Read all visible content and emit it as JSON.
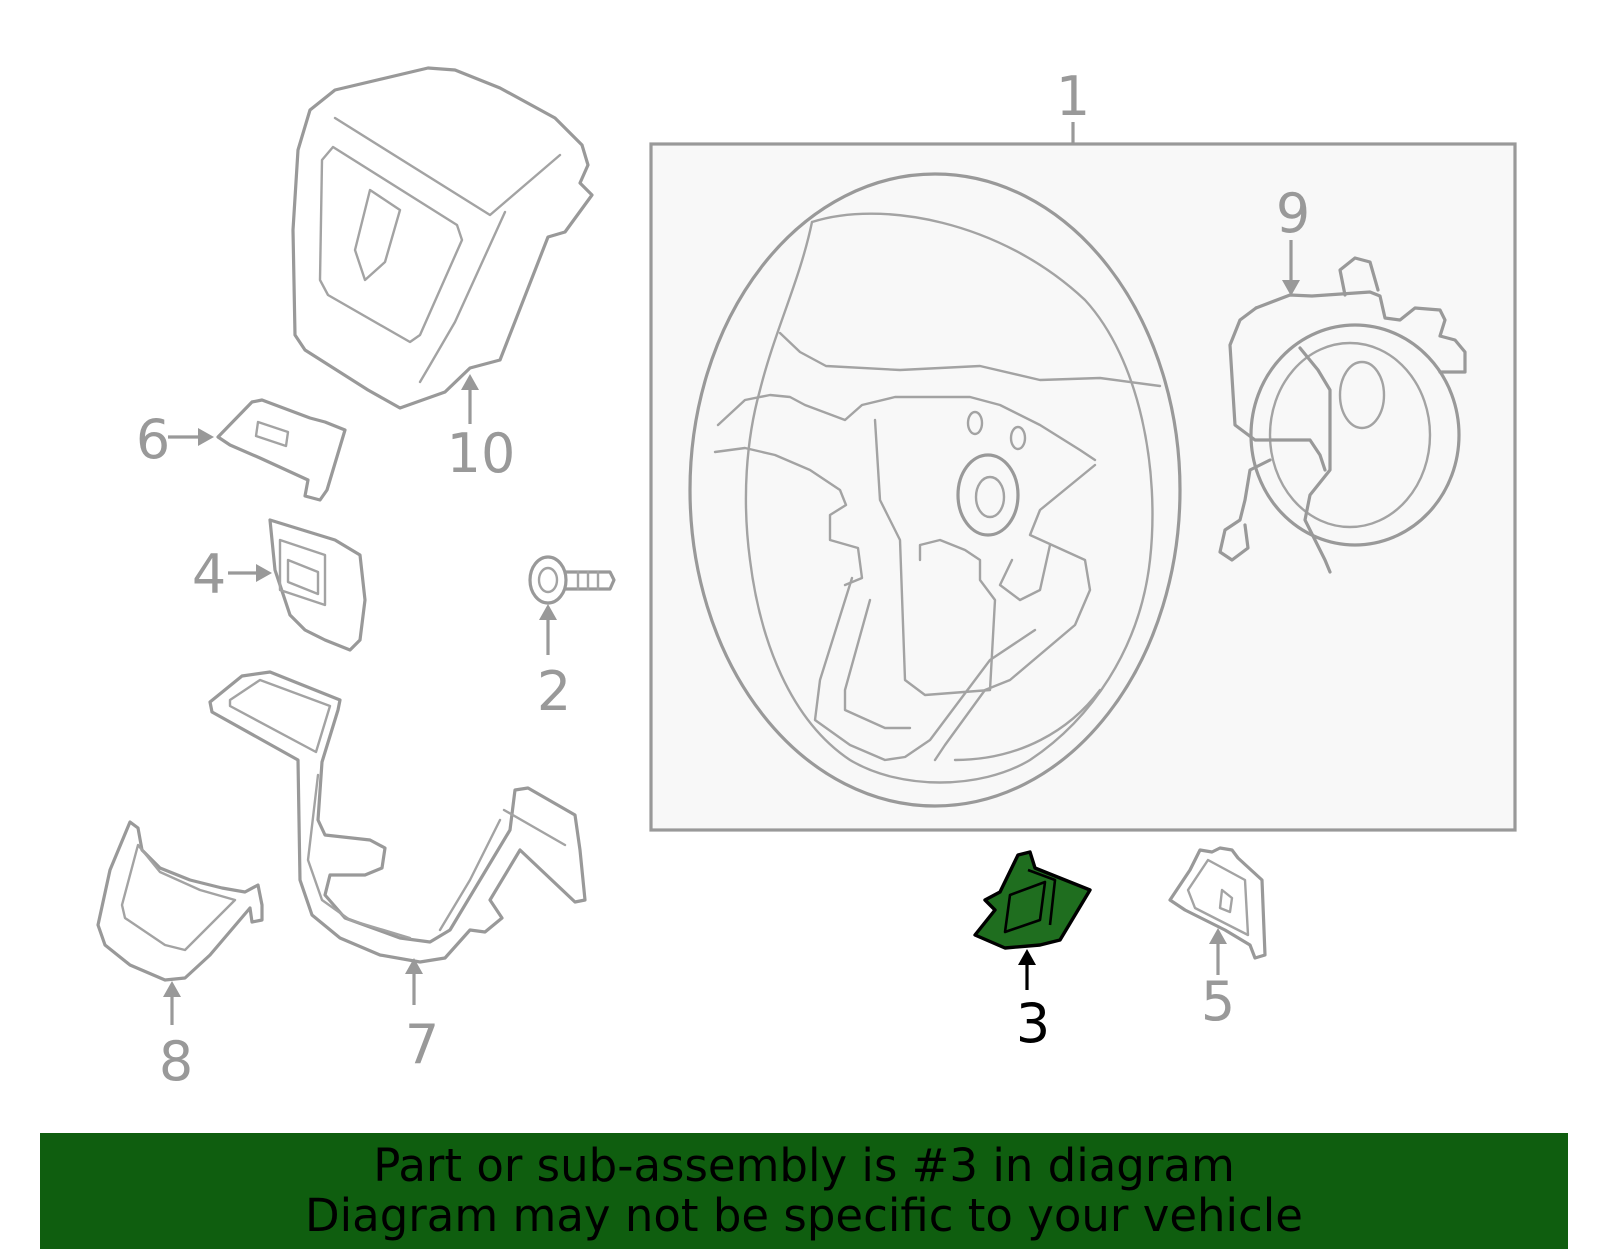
{
  "diagram": {
    "callouts": {
      "c1": "1",
      "c2": "2",
      "c3": "3",
      "c4": "4",
      "c5": "5",
      "c6": "6",
      "c7": "7",
      "c8": "8",
      "c9": "9",
      "c10": "10"
    },
    "highlighted_part": "3",
    "colors": {
      "line": "#999999",
      "highlight_fill": "#1f6e1f",
      "highlight_stroke": "#000000",
      "box_fill": "#f8f8f8"
    }
  },
  "banner": {
    "line1": "Part or sub-assembly is #3 in diagram",
    "line2": "Diagram may not be specific to your vehicle",
    "background": "#0f5e0f"
  }
}
